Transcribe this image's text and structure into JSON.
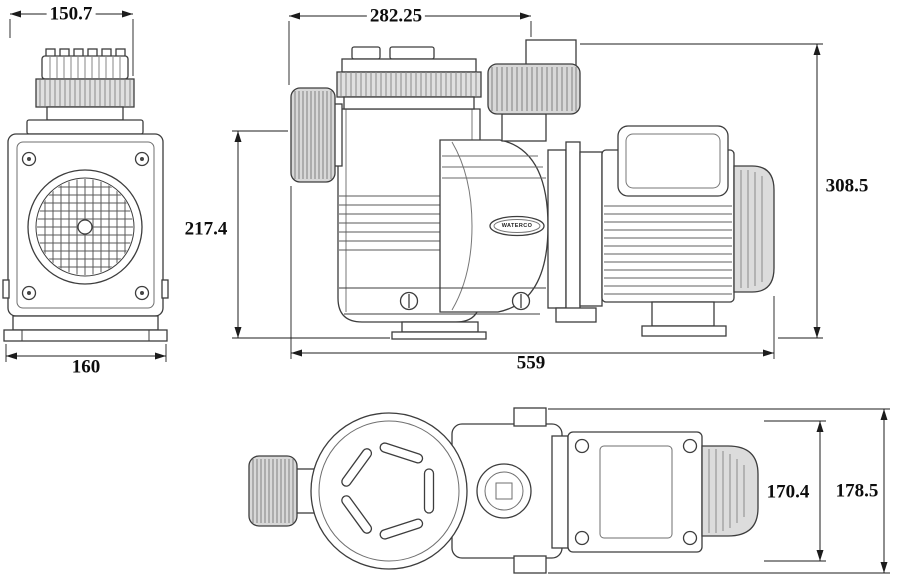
{
  "drawing": {
    "brand_label": "WATERCO",
    "dims": {
      "front_top_width": "150.7",
      "front_base_width": "160",
      "side_top_width": "282.25",
      "side_left_height": "217.4",
      "side_right_height": "308.5",
      "side_overall_length": "559",
      "top_body_height": "170.4",
      "top_overall_height": "178.5"
    }
  }
}
